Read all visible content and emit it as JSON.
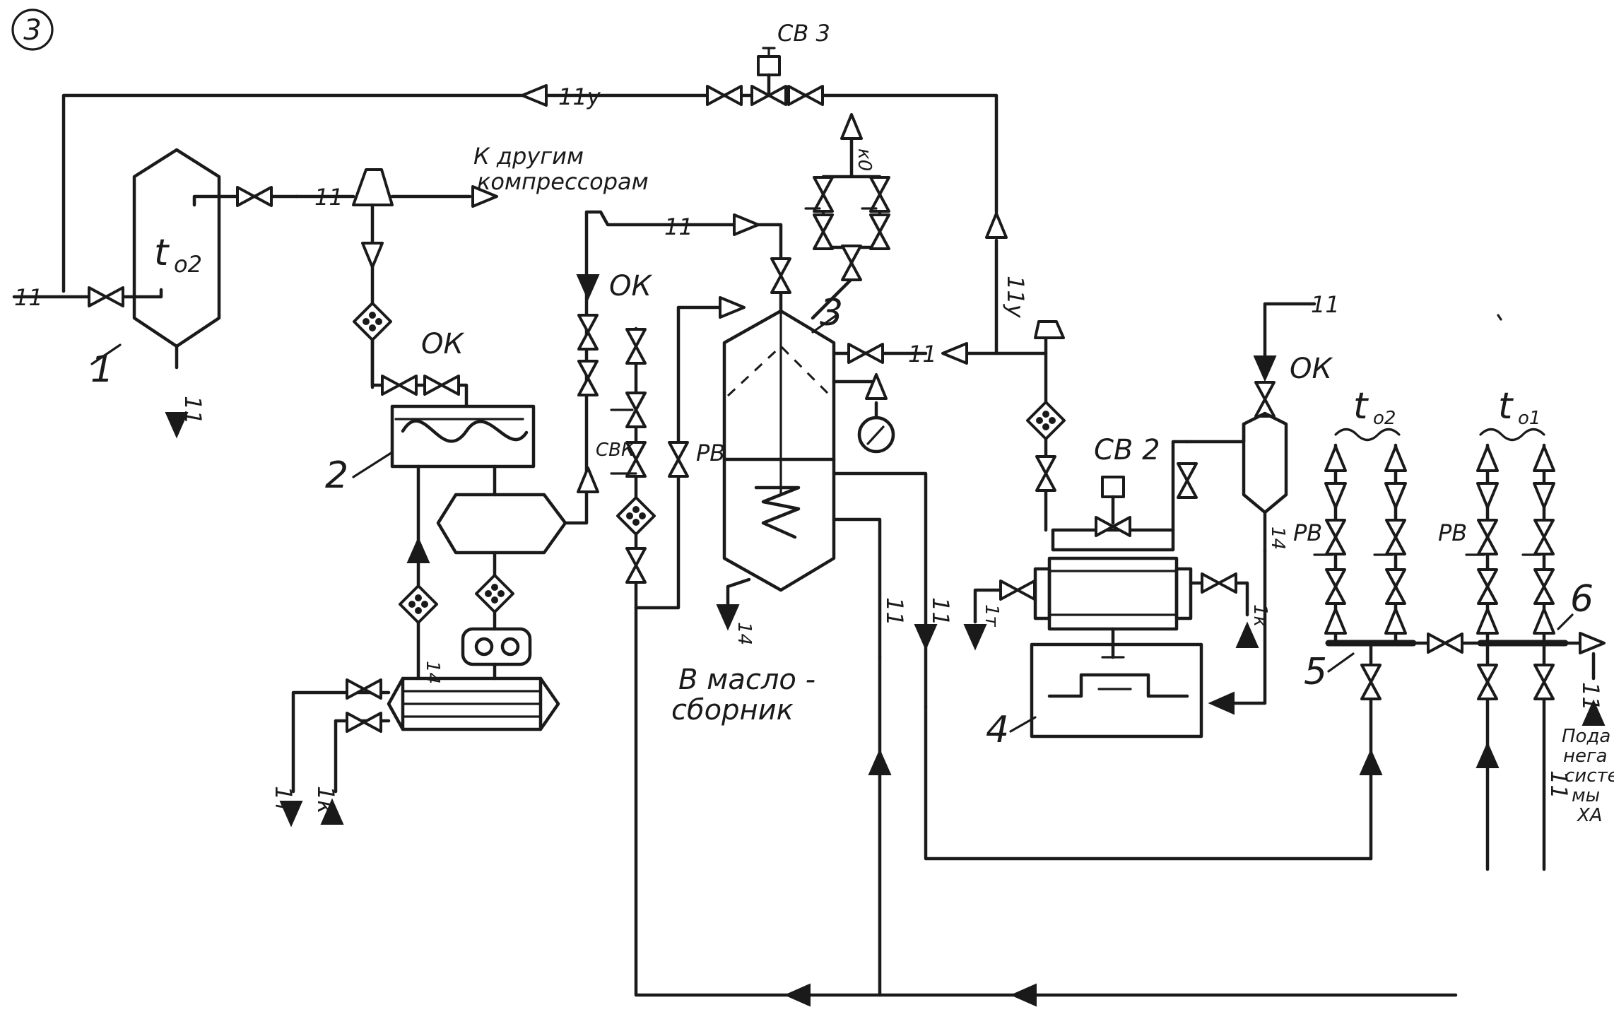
{
  "sheet": {
    "number": "3"
  },
  "equipment": {
    "e1": "1",
    "e2": "2",
    "e3": "3",
    "e4": "4",
    "e5": "5",
    "e6": "6"
  },
  "labels": {
    "to2": "t",
    "to2_sub": "o2",
    "to2_right": "t",
    "to2_right_sub": "o2",
    "to1_right": "t",
    "to1_right_sub": "o1",
    "cv3": "СВ 3",
    "cv2": "СВ 2",
    "cvk": "СВК",
    "ok_a": "ОК",
    "ok_b": "ОК",
    "ok_c": "ОК",
    "pv_a": "РВ",
    "pv_b": "РВ",
    "pv_c": "РВ",
    "to_other_1": "К другим",
    "to_other_2": "компрессорам",
    "oil_1": "В масло -",
    "oil_2": "сборник",
    "right_note": [
      "Пода",
      "нега",
      "систе",
      "мы",
      "ХА"
    ]
  },
  "stream_codes": {
    "s_11_left": "11",
    "s_11_top1": "11",
    "s_11_mid": "11",
    "s_11_mid2": "11",
    "s_11u_top": "11у",
    "s_11u_right": "11у",
    "s_11_tank": "11",
    "s_11_right_top": "11",
    "s_14_a": "14",
    "s_14_b": "14",
    "s_14_c": "14",
    "s_1t_a": "1т",
    "s_1k_a": "1к",
    "s_1t_b": "1т",
    "s_1k_b": "1к",
    "s_11_v1": "11",
    "s_11_v2": "11",
    "s_11_v3": "11",
    "s_11_v4": "11"
  }
}
